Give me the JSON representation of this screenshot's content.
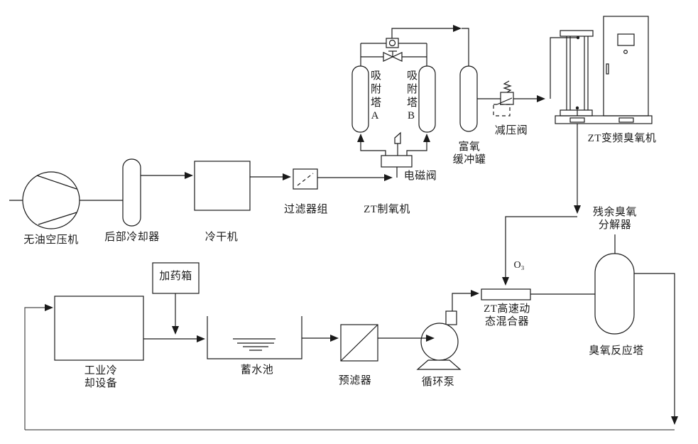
{
  "diagram": {
    "type": "process-flow-diagram",
    "labels": {
      "compressor": "无油空压机",
      "aftercooler": "后部冷却器",
      "dryer": "冷干机",
      "filter_group": "过滤器组",
      "oxygen_generator": "ZT制氧机",
      "solenoid_valve": "电磁阀",
      "tower_a": "吸附塔A",
      "tower_b": "吸附塔B",
      "buffer_tank": "富氧\n缓冲罐",
      "pressure_reducing_valve": "减压阀",
      "ozone_machine": "ZT变频臭氧机",
      "residual_ozone_decomposer": "残余臭氧\n分解器",
      "o3": "O₃",
      "mixer": "ZT高速动\n态混合器",
      "reaction_tower": "臭氧反应塔",
      "cooling_equipment": "工业冷\n却设备",
      "dosing_box": "加药箱",
      "reservoir": "蓄水池",
      "prefilter": "预滤器",
      "circulating_pump": "循环泵"
    },
    "colors": {
      "line": "#1a1a1a",
      "return_line": "#6f6f6f",
      "background": "#ffffff"
    }
  }
}
